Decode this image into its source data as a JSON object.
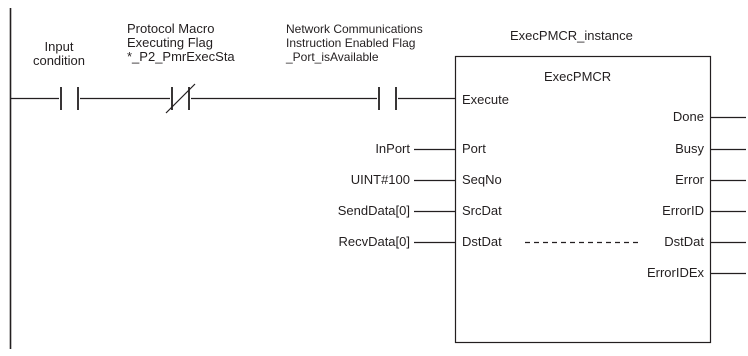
{
  "contacts": {
    "input": {
      "label_line1": "Input",
      "label_line2": "condition"
    },
    "exec_flag": {
      "label_line1": "Protocol Macro",
      "label_line2": "Executing Flag",
      "variable": "*_P2_PmrExecSta"
    },
    "port_available": {
      "label_line1": "Network Communications",
      "label_line2": "Instruction Enabled Flag",
      "variable": "_Port_isAvailable"
    }
  },
  "function_block": {
    "instance_name": "ExecPMCR_instance",
    "type_name": "ExecPMCR",
    "inputs": [
      {
        "name": "Execute",
        "argument": ""
      },
      {
        "name": "Port",
        "argument": "InPort"
      },
      {
        "name": "SeqNo",
        "argument": "UINT#100"
      },
      {
        "name": "SrcDat",
        "argument": "SendData[0]"
      },
      {
        "name": "DstDat",
        "argument": "RecvData[0]"
      }
    ],
    "outputs": [
      {
        "name": "Done"
      },
      {
        "name": "Busy"
      },
      {
        "name": "Error"
      },
      {
        "name": "ErrorID"
      },
      {
        "name": "DstDat"
      },
      {
        "name": "ErrorIDEx"
      }
    ]
  }
}
